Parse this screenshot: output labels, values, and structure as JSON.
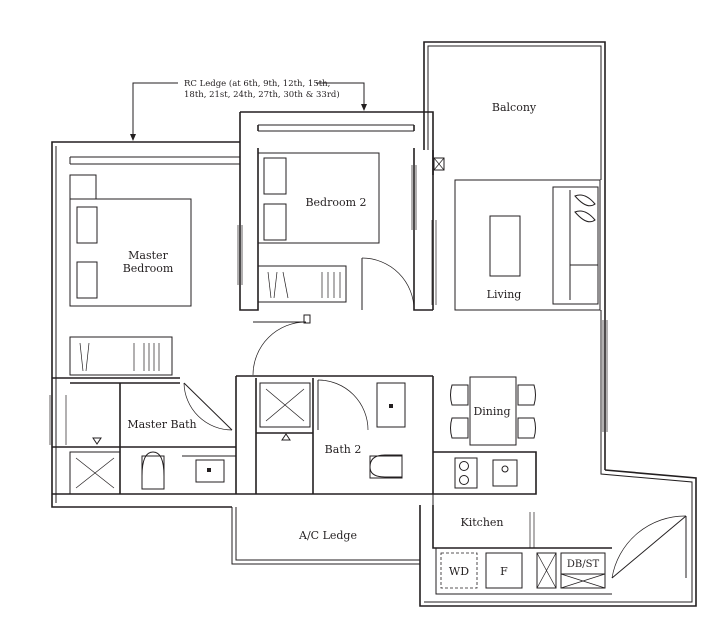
{
  "rooms": {
    "balcony": "Balcony",
    "bedroom2": "Bedroom 2",
    "master_bedroom_line1": "Master",
    "master_bedroom_line2": "Bedroom",
    "living": "Living",
    "master_bath": "Master Bath",
    "bath2": "Bath 2",
    "dining": "Dining",
    "kitchen": "Kitchen",
    "ac_ledge": "A/C Ledge"
  },
  "fixtures": {
    "washer_dryer": "WD",
    "fridge": "F",
    "db_st": "DB/ST"
  },
  "notes": {
    "rc_ledge_line1": "RC Ledge (at 6th, 9th, 12th, 15th,",
    "rc_ledge_line2": "18th, 21st, 24th, 27th, 30th & 33rd)"
  },
  "colors": {
    "line": "#231f20",
    "background": "#ffffff"
  }
}
